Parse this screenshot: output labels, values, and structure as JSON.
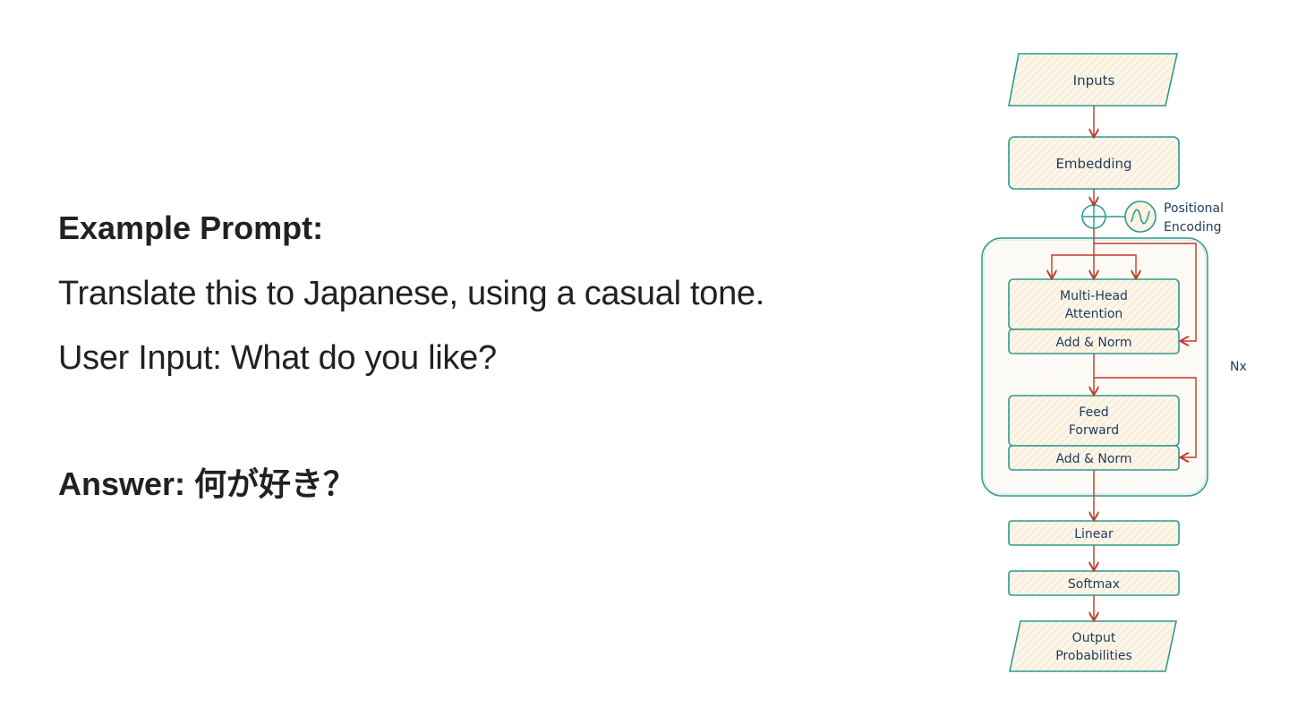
{
  "slide": {
    "heading": "Example Prompt:",
    "instruction": "Translate this to Japanese, using a casual tone.",
    "user_input": "User Input: What do you like?",
    "answer_label": "Answer:",
    "answer_text": "何が好き？"
  },
  "diagram": {
    "inputs": "Inputs",
    "embedding": "Embedding",
    "positional_line1": "Positional",
    "positional_line2": "Encoding",
    "mha_line1": "Multi-Head",
    "mha_line2": "Attention",
    "add_norm_1": "Add & Norm",
    "ff_line1": "Feed",
    "ff_line2": "Forward",
    "add_norm_2": "Add & Norm",
    "nx": "Nx",
    "linear": "Linear",
    "softmax": "Softmax",
    "output_line1": "Output",
    "output_line2": "Probabilities"
  },
  "colors": {
    "box_stroke": "#2e9a8e",
    "box_fill": "#fbf3e2",
    "arrow": "#c0392b",
    "text": "#1f3a5a"
  }
}
